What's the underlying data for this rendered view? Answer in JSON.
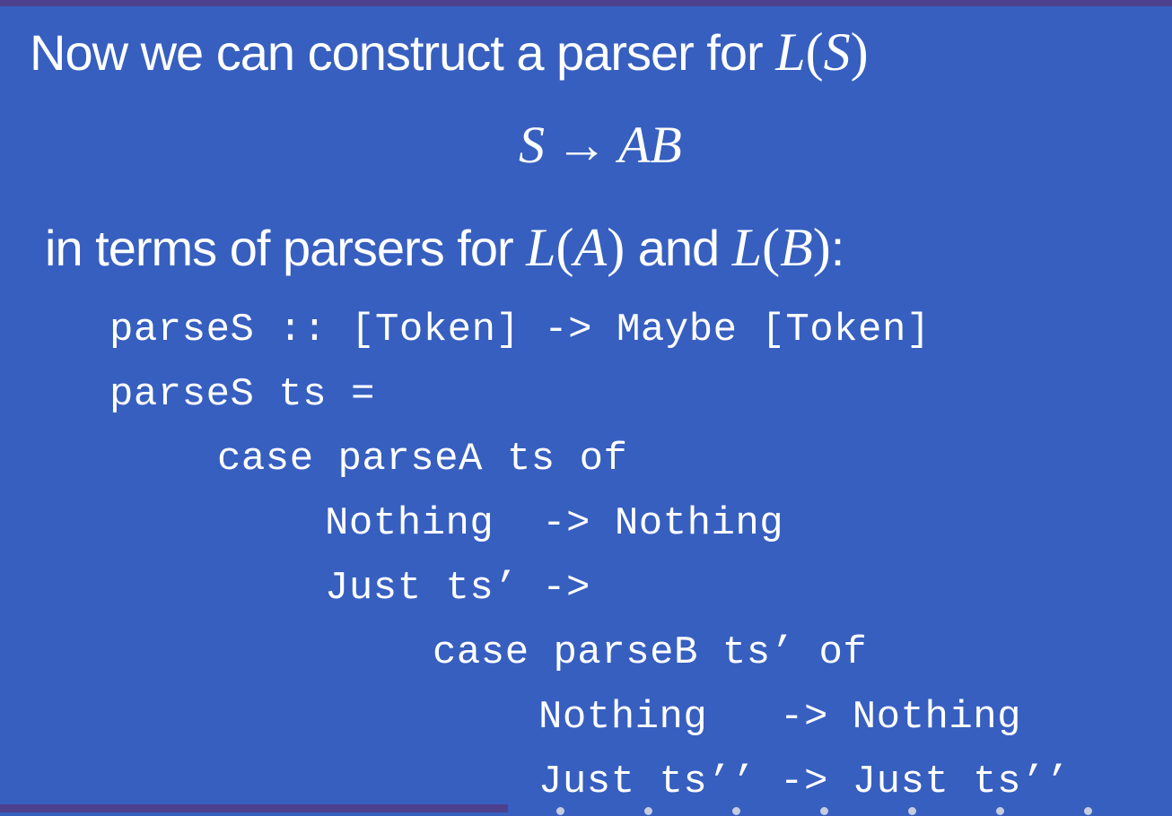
{
  "slide": {
    "title_text": "Now we can construct a parser for ",
    "title_math": {
      "fn": "L",
      "open": "(",
      "arg": "S",
      "close": ")"
    },
    "rule": {
      "lhs": "S",
      "arrow": "→",
      "rhs": "AB"
    },
    "subtitle": {
      "prefix": "in terms of parsers for ",
      "math1": {
        "fn": "L",
        "open": "(",
        "arg": "A",
        "close": ")"
      },
      "middle": " and ",
      "math2": {
        "fn": "L",
        "open": "(",
        "arg": "B",
        "close": ")"
      },
      "suffix": ":"
    },
    "code": [
      "parseS :: [Token] -> Maybe [Token]",
      "parseS ts =",
      "case parseA ts of",
      "Nothing  -> Nothing",
      "Just ts’ ->",
      "case parseB ts’ of",
      "Nothing   -> Nothing",
      "Just ts’’ -> Just ts’’"
    ]
  },
  "colors": {
    "background": "#375fc0",
    "bar": "#4d418e",
    "text": "#ffffff",
    "nav_dots": "#c7ccde"
  }
}
